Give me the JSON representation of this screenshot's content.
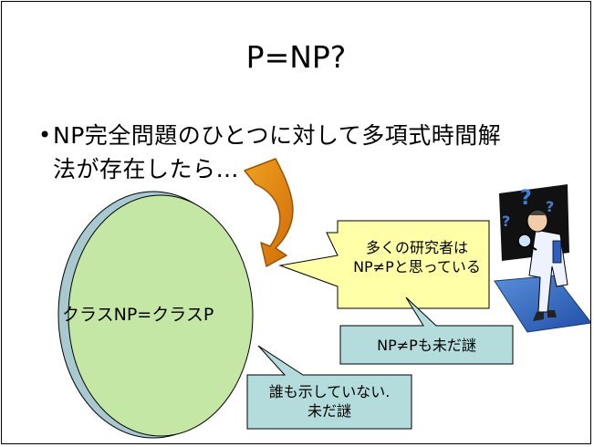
{
  "slide": {
    "title": "P=NP?",
    "bullet": {
      "line1": "NP完全問題のひとつに対して多項式時間解",
      "line2": "法が存在したら…"
    },
    "ellipse_label": "クラスNP=クラスP",
    "callouts": {
      "researchers": {
        "line1": "多くの研究者は",
        "line2": "NP≠Pと思っている"
      },
      "mystery": "NP≠Pも未だ謎",
      "nobody": {
        "line1": "誰も示していない.",
        "line2": "未だ謎"
      }
    }
  },
  "icons": [
    "curved-arrow-icon",
    "thinking-scientist-icon",
    "question-marks-icon"
  ]
}
